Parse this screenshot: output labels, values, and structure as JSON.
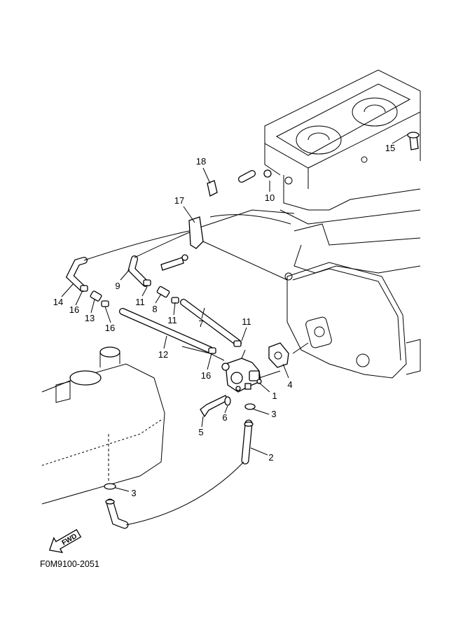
{
  "diagram": {
    "callouts": [
      "18",
      "17",
      "10",
      "15",
      "9",
      "14",
      "16",
      "13",
      "16",
      "11",
      "8",
      "11",
      "7",
      "11",
      "12",
      "16",
      "1",
      "4",
      "3",
      "6",
      "5",
      "2",
      "3"
    ],
    "fwd_label": "FWD",
    "drawing_code": "F0M9100-2051",
    "line_color": "#000000",
    "background": "#ffffff"
  }
}
